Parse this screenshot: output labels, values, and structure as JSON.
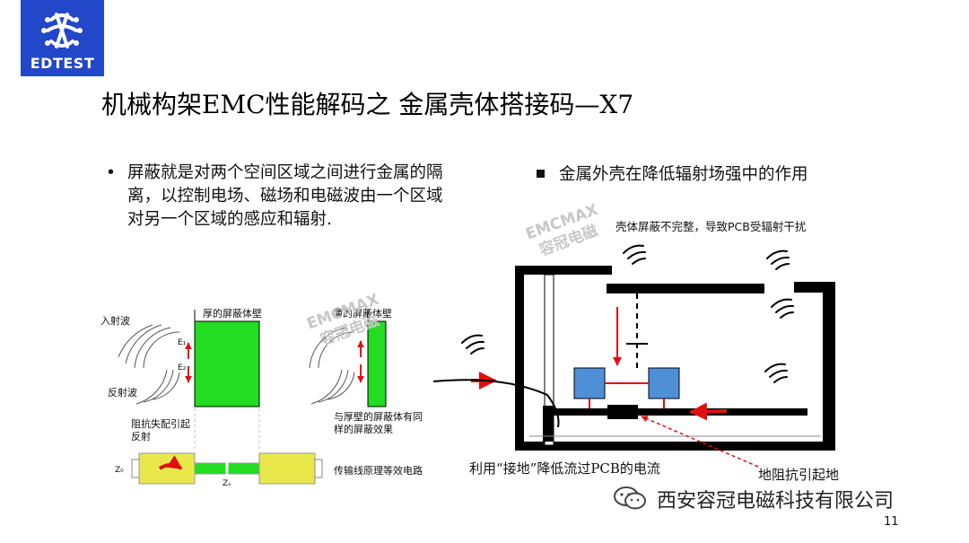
{
  "logo": {
    "text": "EDTEST",
    "icon": "circuit-brain-icon",
    "bg": "#2347c9"
  },
  "title": "机械构架EMC性能解码之 金属壳体搭接码—X7",
  "left_bullet": {
    "symbol": "•",
    "text": "屏蔽就是对两个空间区域之间进行金属的隔离，以控制电场、磁场和电磁波由一个区域对另一个区域的感应和辐射."
  },
  "right_bullet": {
    "text": "金属外壳在降低辐射场强中的作用"
  },
  "left_diagram": {
    "incident": "入射波",
    "reflected": "反射波",
    "thick_wall": "厚的屏蔽体壁",
    "thin_wall": "薄的屏蔽体壁",
    "impedance_reflect": "阻抗失配引起反射",
    "same_effect": "与厚壁的屏蔽体有同样的屏蔽效果",
    "transmission": "传输线原理等效电路",
    "z0_label": "Z₀",
    "zs_label": "Zₛ",
    "e1": "E₁",
    "e2": "E₂",
    "shield_color": "#22dd22"
  },
  "right_diagram": {
    "note": "壳体屏蔽不完整，导致PCB受辐射干扰",
    "caption_left": "利用“接地”降低流过PCB的电流",
    "caption_right": "地阻抗引起地",
    "arrow_color": "#e01010",
    "box_color": "#4f8fd6"
  },
  "watermark": {
    "en": "EMCMAX",
    "cn": "容冠电磁"
  },
  "footer": {
    "company": "西安容冠电磁科技有限公司",
    "icon": "wechat-icon"
  },
  "page_number": "11"
}
